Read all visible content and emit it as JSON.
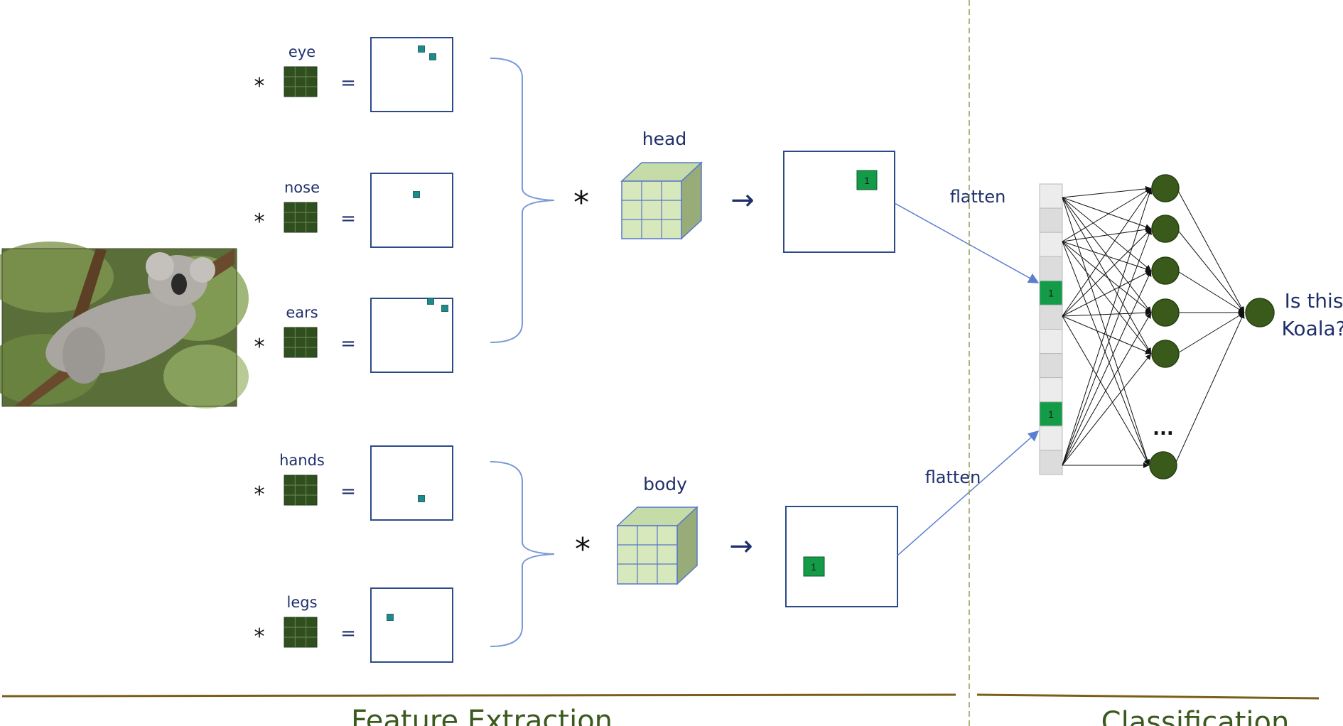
{
  "filters": [
    {
      "label": "eye"
    },
    {
      "label": "nose"
    },
    {
      "label": "ears"
    },
    {
      "label": "hands"
    },
    {
      "label": "legs"
    }
  ],
  "operators": {
    "convolve": "*",
    "equals": "=",
    "arrow": "→"
  },
  "groups": {
    "head": {
      "label": "head",
      "value": "1"
    },
    "body": {
      "label": "body",
      "value": "1"
    }
  },
  "flatten_label": "flatten",
  "vector_value": "1",
  "ellipsis": "...",
  "question": {
    "line1": "Is this",
    "line2": "Koala?"
  },
  "sections": {
    "feature": "Feature Extraction",
    "classification": "Classification"
  },
  "colors": {
    "text": "#1f2f6b",
    "filter_fill": "#2f4f1e",
    "activation_dot": "#1f8a8a",
    "highlight_green": "#149b48",
    "cube_fill": "#d7e8bd",
    "neuron_fill": "#3a5a1c",
    "section_line": "#7a5f18"
  },
  "image": {
    "subject": "koala-photo"
  }
}
